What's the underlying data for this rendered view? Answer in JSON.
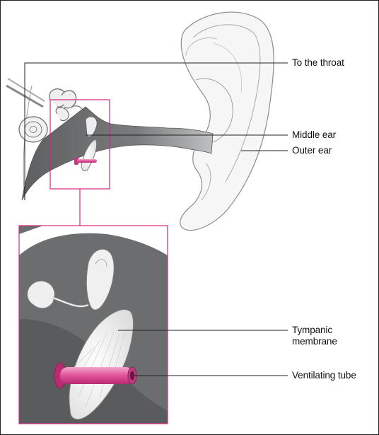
{
  "labels": {
    "throat": "To the throat",
    "middle_ear": "Middle ear",
    "outer_ear": "Outer ear",
    "tympanic": "Tympanic membrane",
    "ventilating": "Ventilating tube"
  },
  "colors": {
    "highlight": "#d4257f",
    "tube": "#e05aa0",
    "canal_dark": "#6d6e70",
    "skin_line": "#9a9a9a",
    "bone": "#efefef",
    "text": "#111111"
  }
}
